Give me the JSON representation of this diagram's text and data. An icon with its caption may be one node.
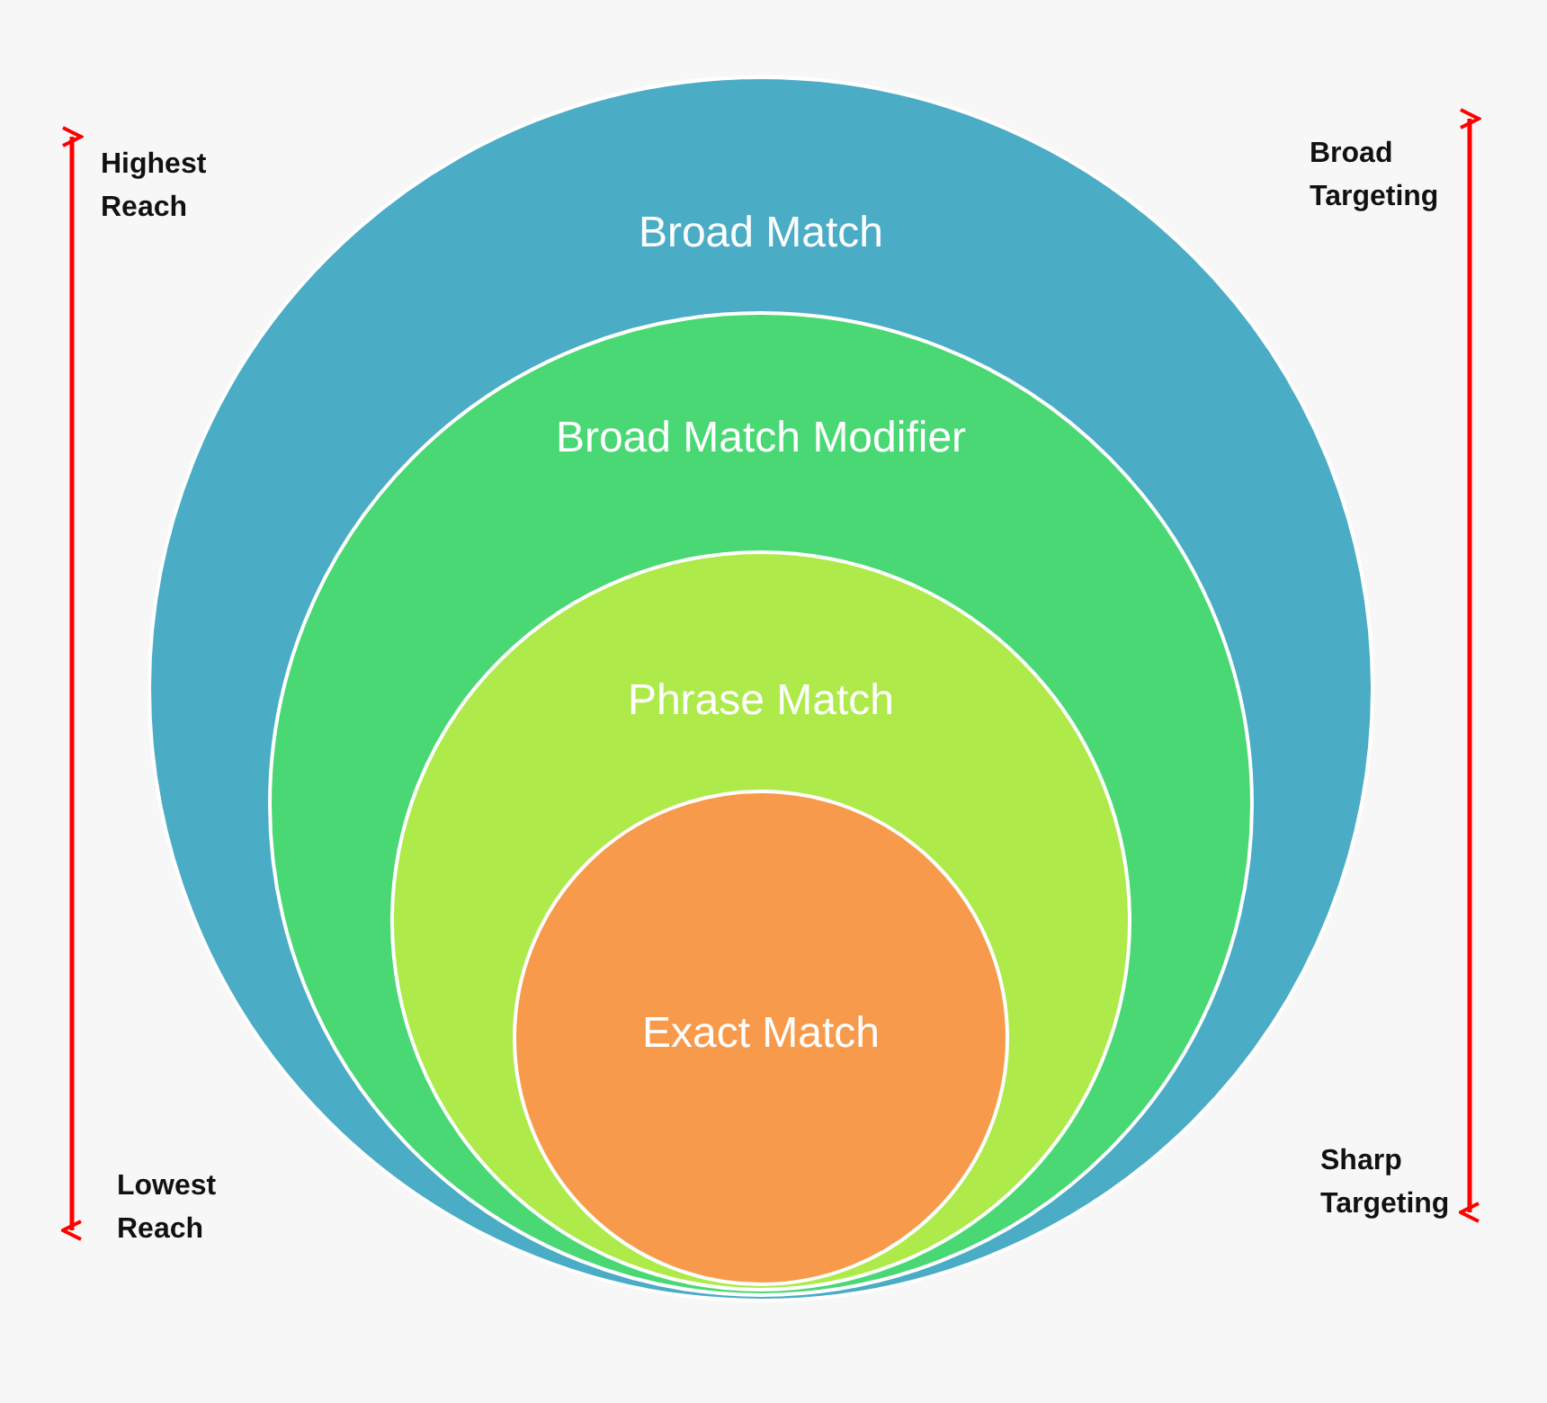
{
  "diagram": {
    "nodes": [
      {
        "text": [
          "Broad Match"
        ]
      },
      {
        "text": [
          "Broad Match Modifier"
        ],
        "in": 0
      },
      {
        "text": [
          "Phrase Match"
        ],
        "in": 1
      },
      {
        "text": [
          "Exact Match"
        ],
        "in": 2
      }
    ],
    "labels": [
      "Highest Reach",
      "Lowest Reach",
      "Broad Targeting",
      "Sharp Targeting"
    ]
  }
}
